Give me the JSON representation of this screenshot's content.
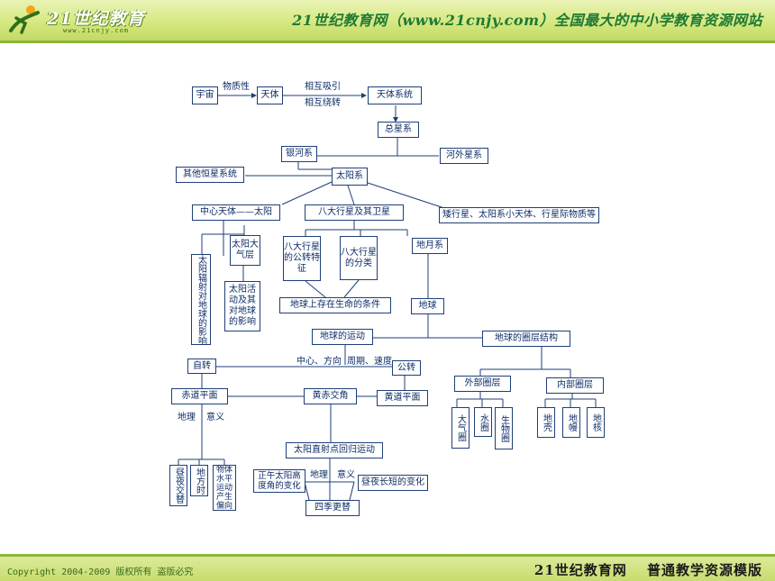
{
  "header": {
    "brand": "21世纪教育",
    "url": "www.21cnjy.com",
    "slogan": "21世纪教育网（www.21cnjy.com）全国最大的中小学教育资源网站"
  },
  "footer": {
    "copyright": "Copyright 2004-2009 版权所有 盗版必究",
    "right": "21世纪教育网　 普通教学资源模版"
  },
  "diagram": {
    "nodes": {
      "universe": "宇宙",
      "celestial_body": "天体",
      "celestial_system": "天体系统",
      "total_galaxy": "总星系",
      "milky_way": "银河系",
      "extragalactic": "河外星系",
      "other_stars": "其他恒星系统",
      "solar_system": "太阳系",
      "center_body": "中心天体——太阳",
      "eight_planets": "八大行星及其卫星",
      "small_bodies": "矮行星、太阳系小天体、行星际物质等",
      "sun_radiation": "太阳辐射对地球的影响",
      "sun_atmosphere": "太阳大气层",
      "sun_activity": "太阳活动及其对地球的影响",
      "planet_features": "八大行星的公转特征",
      "planet_classes": "八大行星的分类",
      "earth_moon": "地月系",
      "life_conditions": "地球上存在生命的条件",
      "earth": "地球",
      "earth_motion": "地球的运动",
      "earth_layers": "地球的圈层结构",
      "rotation": "自转",
      "revolution": "公转",
      "equator": "赤道平面",
      "obliquity": "黄赤交角",
      "ecliptic": "黄道平面",
      "outer_layers": "外部圈层",
      "inner_layers": "内部圈层",
      "atmosphere": "大气圈",
      "hydrosphere": "水圈",
      "biosphere": "生物圈",
      "crust": "地壳",
      "mantle": "地幔",
      "core": "地核",
      "day_night": "昼夜交替",
      "local_time": "地方时",
      "deflection": "物体水平运动产生偏向",
      "subsolar": "太阳直射点回归运动",
      "noon_sun": "正午太阳高度角的变化",
      "day_length": "昼夜长短的变化",
      "seasons": "四季更替"
    },
    "labels": {
      "material": "物质性",
      "attract": "相互吸引",
      "orbit": "相互绕转",
      "center_dir": "中心、方向",
      "period_speed": "周期、速度",
      "geography1": "地理",
      "meaning1": "意义",
      "geography2": "地理",
      "meaning2": "意义"
    }
  }
}
